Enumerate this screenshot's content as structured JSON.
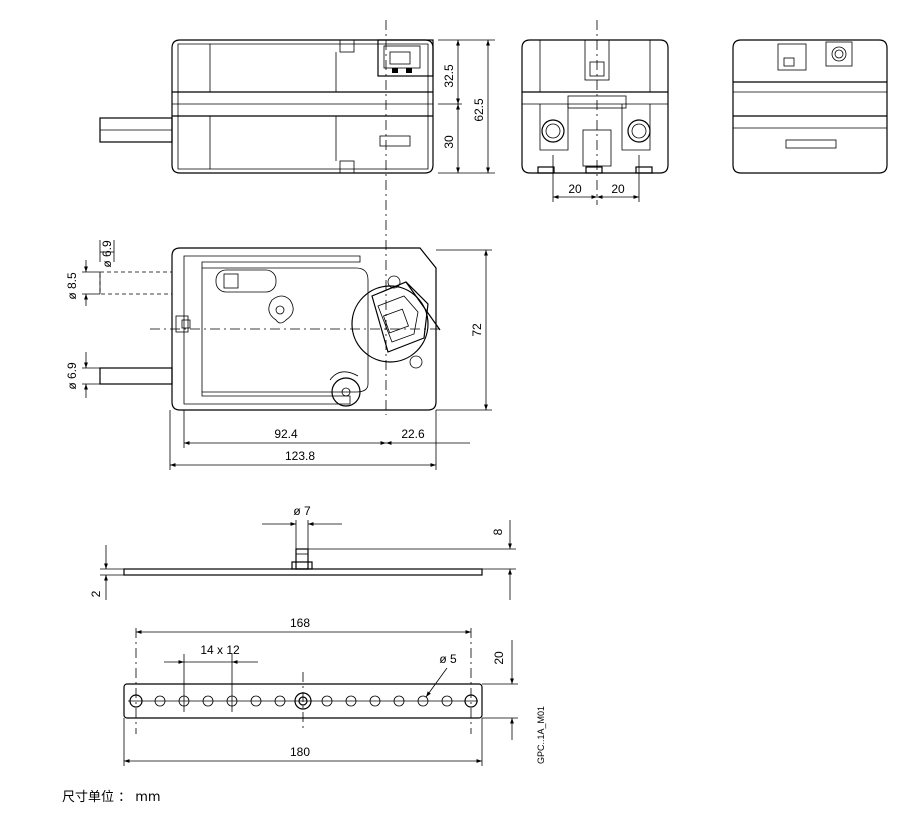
{
  "dimensions": {
    "side_height_upper": "32.5",
    "side_height_total": "62.5",
    "side_height_lower": "30",
    "front_left_width": "20",
    "front_right_width": "20",
    "shaft_dia_1": "ø 6.9",
    "shaft_dia_2": "ø 8.5",
    "shaft_dia_3": "ø 6.9",
    "top_height": "72",
    "top_width_left": "92.4",
    "top_width_right": "22.6",
    "top_width_total": "123.8",
    "pin_dia": "ø 7",
    "pin_height": "8",
    "plate_thickness": "2",
    "bracket_span": "168",
    "hole_pitch": "14 x 12",
    "hole_dia": "ø 5",
    "bracket_height": "20",
    "bracket_length": "180"
  },
  "drawing_code": "GPC..1A_M01",
  "unit_note": "尺寸单位 ： mm"
}
